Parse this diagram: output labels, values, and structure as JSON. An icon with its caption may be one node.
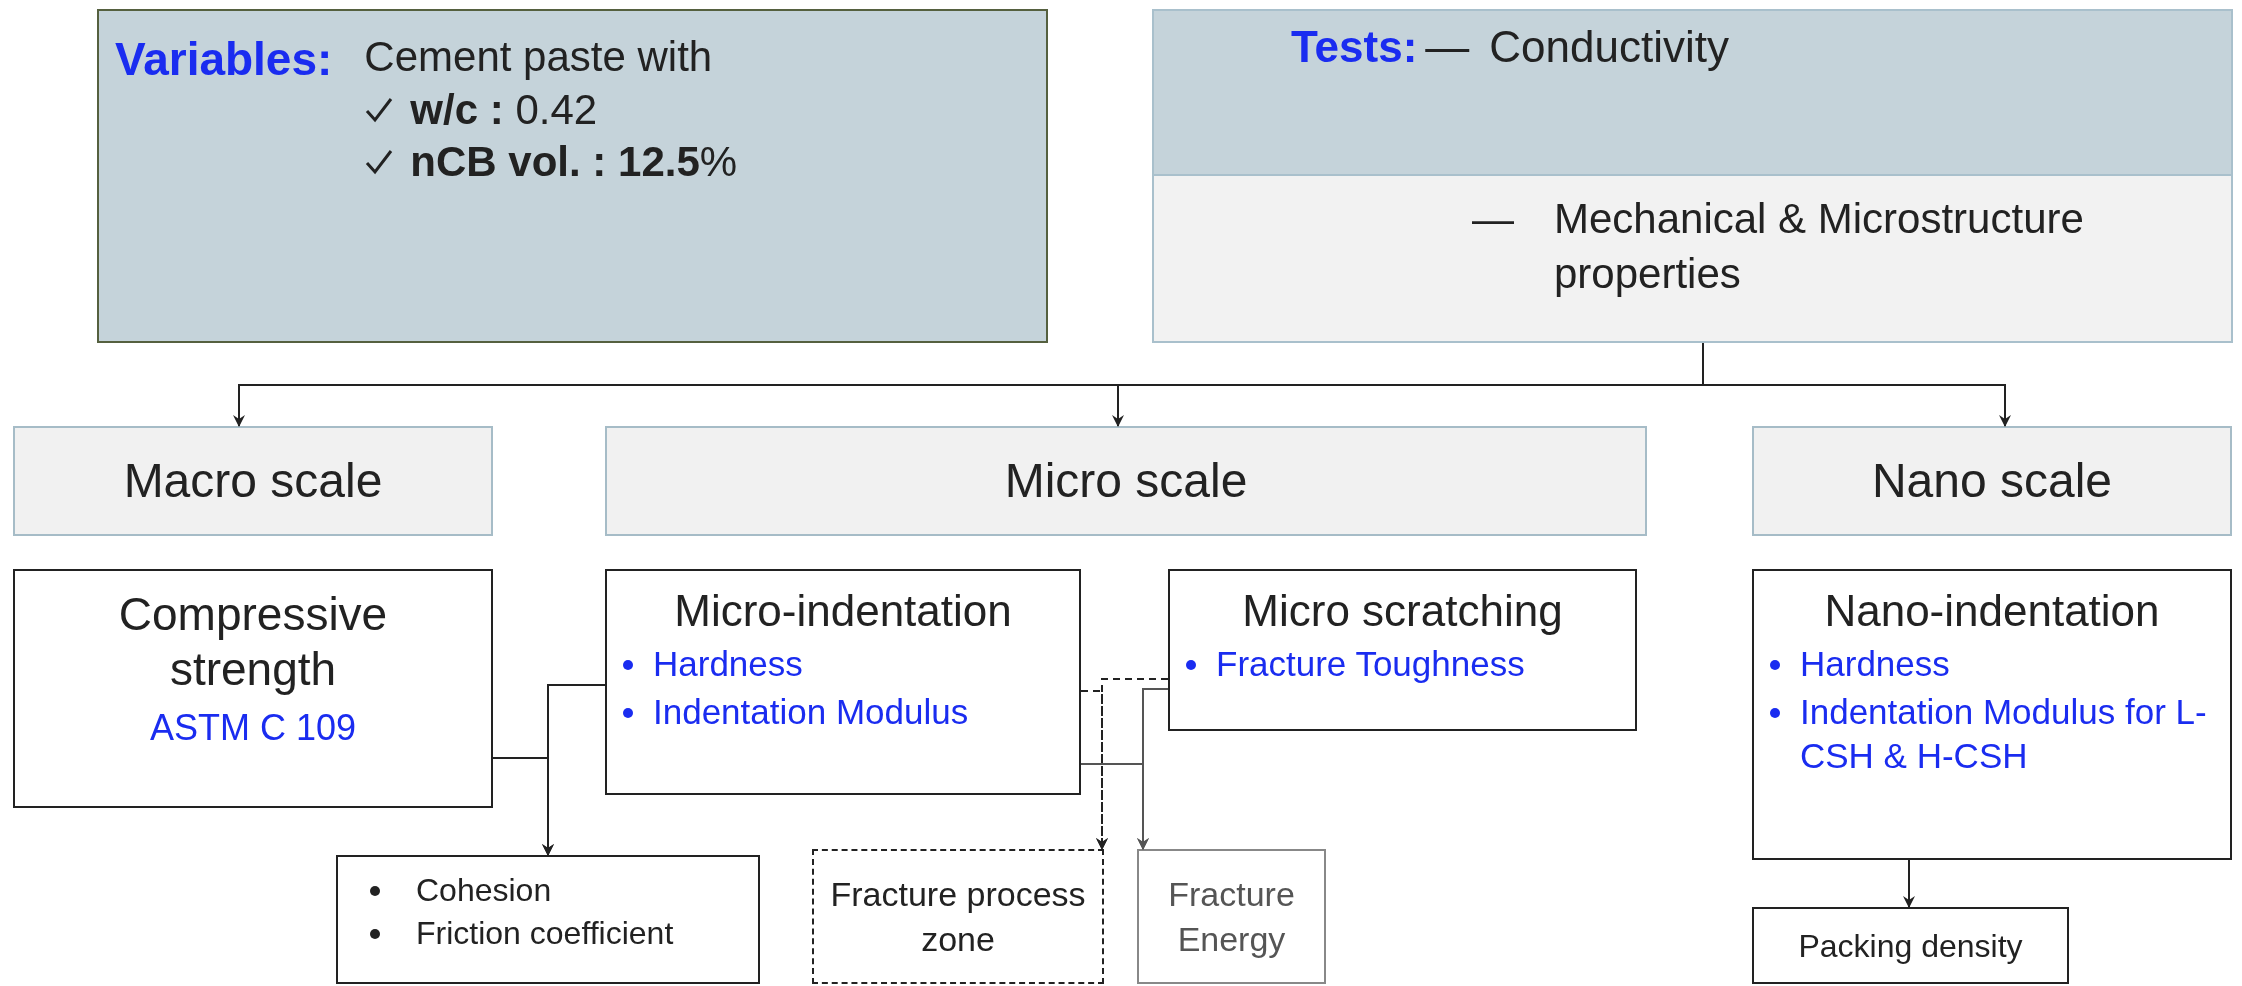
{
  "diagram": {
    "nodes": [
      {
        "text": [
          "Variables:",
          "Cement paste with",
          "**w/c :** 0.42",
          "**nCB vol. : 12.5**%"
        ]
      },
      {
        "text": [
          "Tests:",
          "—",
          "Conductivity"
        ]
      },
      {
        "text": [
          "—",
          "Mechanical & Microstructure properties"
        ]
      },
      {
        "text": [
          "Macro scale"
        ]
      },
      {
        "text": [
          "Micro scale"
        ]
      },
      {
        "text": [
          "Nano scale"
        ]
      },
      {
        "text": [
          "Compressive strength",
          "ASTM C 109"
        ]
      },
      {
        "text": [
          "Micro-indentation",
          "Hardness",
          "Indentation Modulus"
        ]
      },
      {
        "text": [
          "Micro scratching",
          "Fracture Toughness"
        ]
      },
      {
        "text": [
          "Nano-indentation",
          "Hardness",
          "Indentation Modulus for L-CSH & H-CSH"
        ]
      },
      {
        "text": [
          "Cohesion",
          "Friction coefficient"
        ]
      },
      {
        "text": [
          "Fracture process zone"
        ]
      },
      {
        "text": [
          "Fracture Energy"
        ]
      },
      {
        "text": [
          "Packing density"
        ]
      }
    ],
    "edges": [
      {
        "from": 2,
        "to": 3,
        "arrow": "to"
      },
      {
        "from": 2,
        "to": 4,
        "arrow": "to"
      },
      {
        "from": 2,
        "to": 5,
        "arrow": "to"
      },
      {
        "from": 6,
        "to": 10,
        "arrow": "to"
      },
      {
        "from": 7,
        "to": 10,
        "arrow": "to"
      },
      {
        "from": 7,
        "to": 11,
        "arrow": "to",
        "style": "dashed"
      },
      {
        "from": 8,
        "to": 11,
        "arrow": "to",
        "style": "dashed"
      },
      {
        "from": 8,
        "to": 12,
        "arrow": "to",
        "color": "#555555"
      },
      {
        "from": 7,
        "to": 12,
        "arrow": "to",
        "color": "#555555"
      },
      {
        "from": 9,
        "to": 13,
        "arrow": "to"
      }
    ]
  }
}
